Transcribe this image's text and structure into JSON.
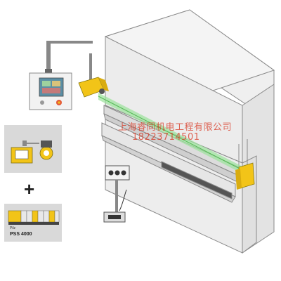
{
  "watermark": {
    "line1": "上海睿同机电工程有限公司",
    "line2": "18223714501"
  },
  "panels": {
    "plus_symbol": "+",
    "pss_brand": "Pilz",
    "pss_label": "PSS 4000"
  },
  "colors": {
    "machine_body": "#ebebeb",
    "machine_stroke": "#8a8a8a",
    "accent_yellow": "#f2c418",
    "laser_green": "#9be29b",
    "panel_bg": "#d9d9d9"
  },
  "icons": [
    "press-brake",
    "control-cabinet",
    "laser-transmitter",
    "laser-receiver",
    "foot-pedal",
    "safety-controller"
  ]
}
